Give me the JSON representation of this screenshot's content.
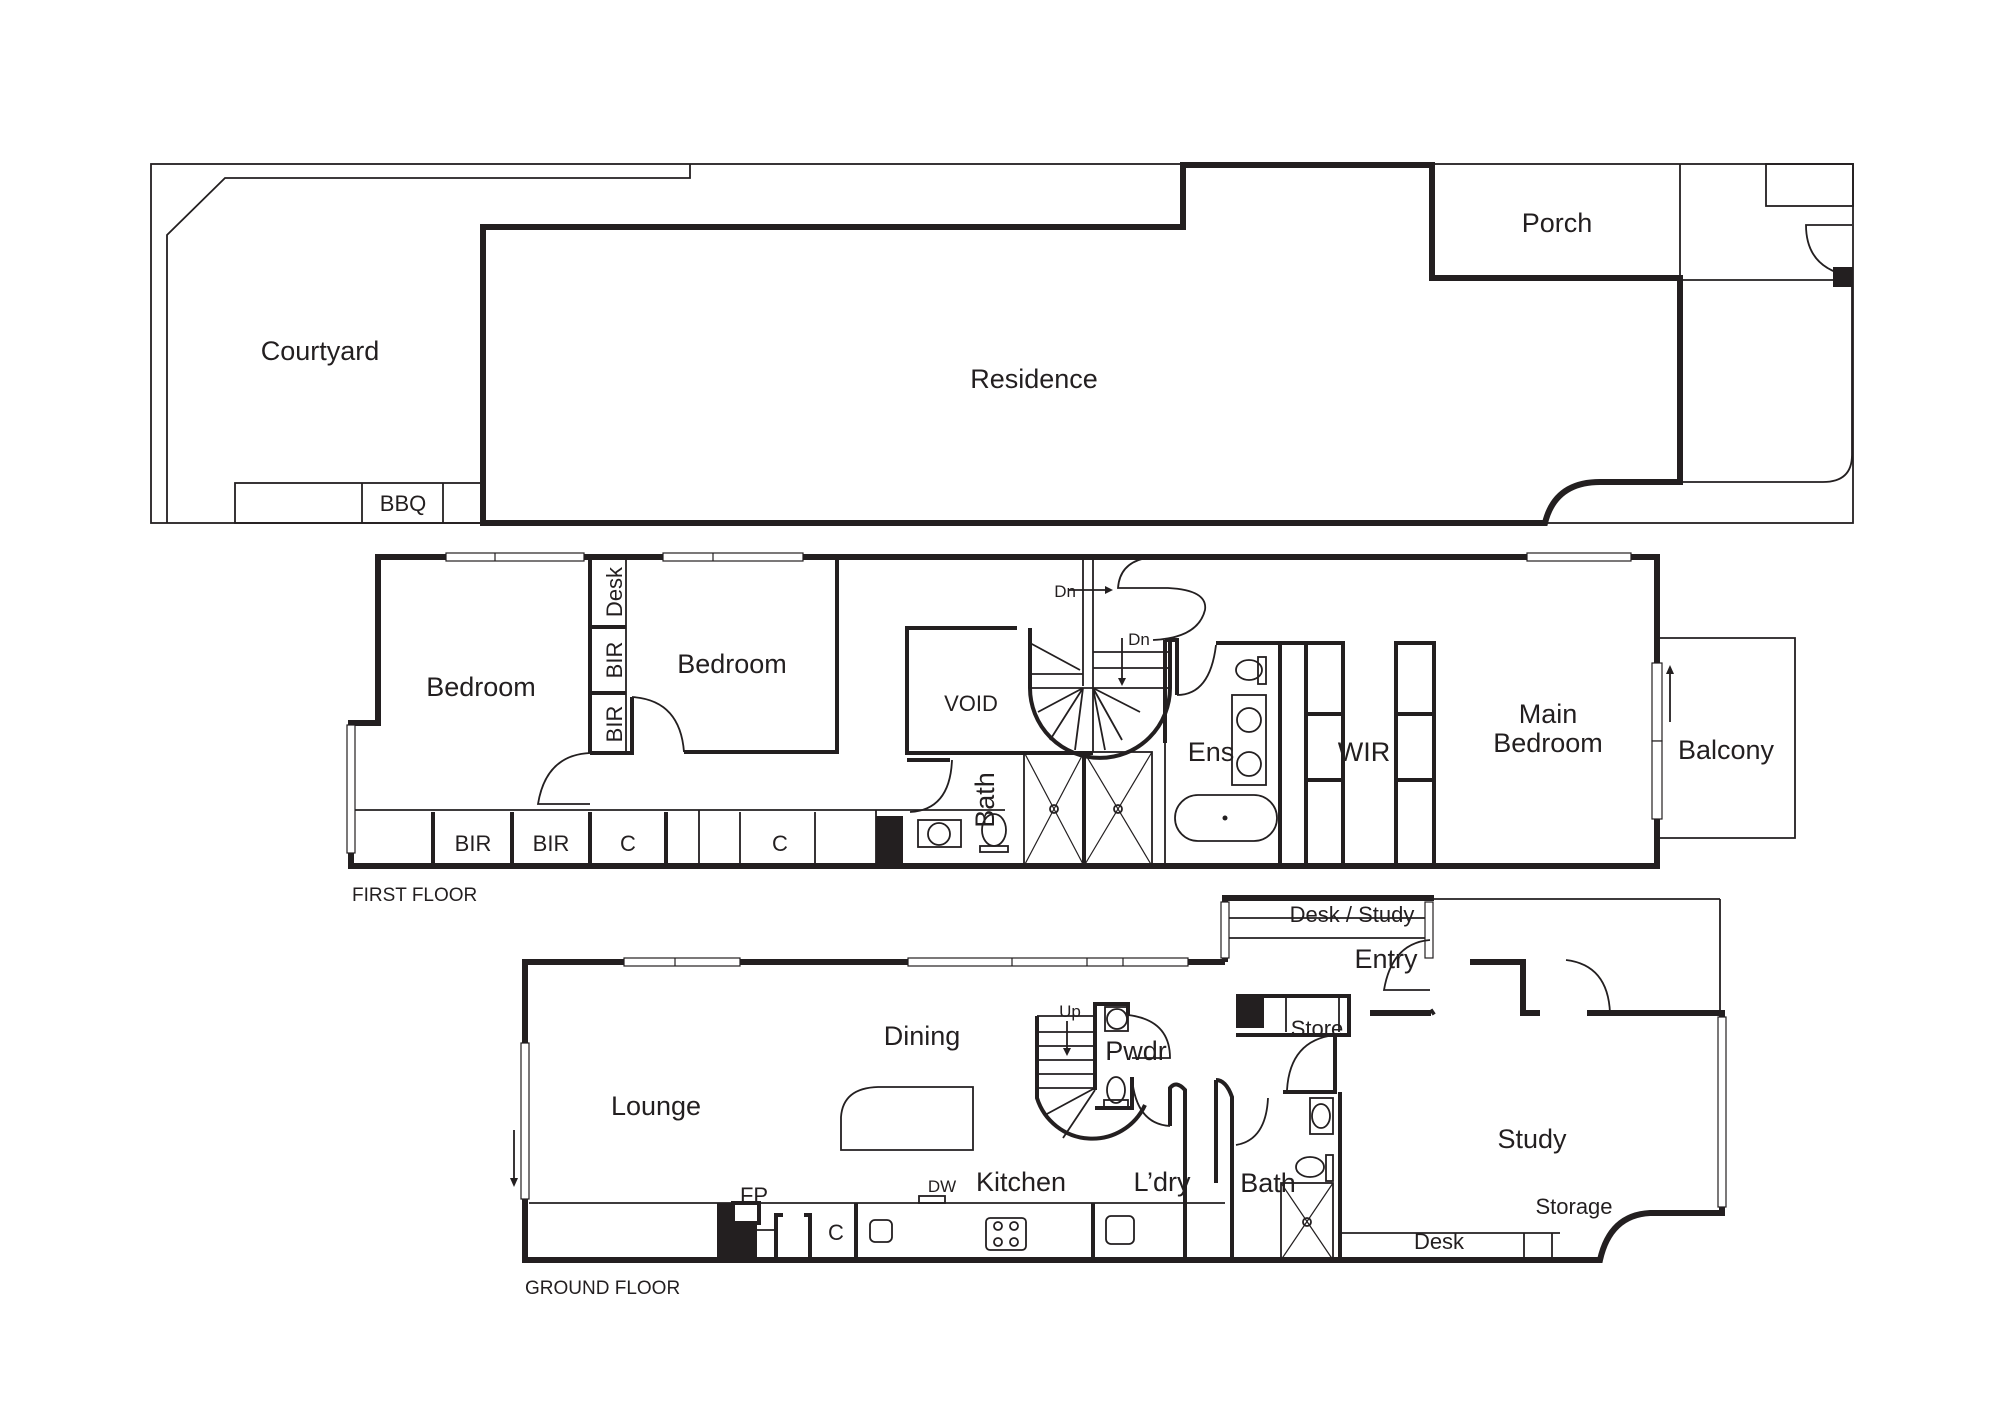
{
  "site_plan": {
    "labels": {
      "courtyard": "Courtyard",
      "bbq": "BBQ",
      "residence": "Residence",
      "porch": "Porch"
    }
  },
  "first_floor": {
    "title": "FIRST FLOOR",
    "labels": {
      "bedroom_1": "Bedroom",
      "bedroom_2": "Bedroom",
      "desk": "Desk",
      "bir_1": "BIR",
      "bir_2": "BIR",
      "bir_3": "BIR",
      "bir_4": "BIR",
      "cupboard_1": "C",
      "cupboard_2": "C",
      "void": "VOID",
      "stair_dn_1": "Dn",
      "stair_dn_2": "Dn",
      "bath": "Bath",
      "ensuite": "Ens",
      "wir": "WIR",
      "main_bedroom_line1": "Main",
      "main_bedroom_line2": "Bedroom",
      "balcony": "Balcony"
    }
  },
  "ground_floor": {
    "title": "GROUND FLOOR",
    "labels": {
      "lounge": "Lounge",
      "dining": "Dining",
      "kitchen": "Kitchen",
      "dishwasher": "DW",
      "fireplace": "FP",
      "cupboard": "C",
      "stair_up": "Up",
      "powder": "Pwdr",
      "laundry": "L’dry",
      "bath": "Bath",
      "store": "Store",
      "desk_study": "Desk / Study",
      "entry": "Entry",
      "study": "Study",
      "storage": "Storage",
      "desk": "Desk"
    }
  },
  "colors": {
    "line": "#231f20",
    "background": "#ffffff"
  }
}
